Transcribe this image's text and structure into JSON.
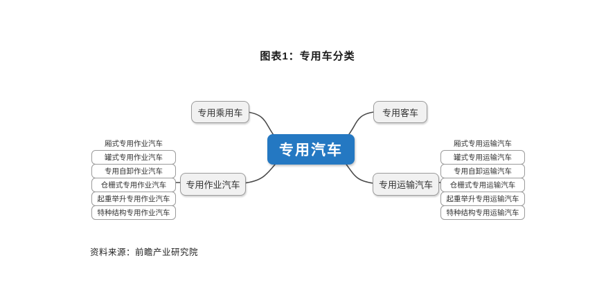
{
  "title": "图表1：专用车分类",
  "colors": {
    "center_node_bg": "#2478C2",
    "center_node_text": "#FFFFFF",
    "branch_node_bg": "#F1F1F1",
    "branch_node_border": "#9A9A9A",
    "connector_line": "#4A4A4A",
    "text": "#333333"
  },
  "diagram": {
    "center": {
      "label": "专用汽车"
    },
    "branches": {
      "passenger": {
        "label": "专用乘用车"
      },
      "bus": {
        "label": "专用客车"
      },
      "operation": {
        "label": "专用作业汽车"
      },
      "transport": {
        "label": "专用运输汽车"
      }
    },
    "operation_items": [
      "厢式专用作业汽车",
      "罐式专用作业汽车",
      "专用自卸作业汽车",
      "仓栅式专用作业汽车",
      "起重举升专用作业汽车",
      "特种结构专用作业汽车"
    ],
    "transport_items": [
      "厢式专用运输汽车",
      "罐式专用运输汽车",
      "专用自卸运输汽车",
      "仓栅式专用运输汽车",
      "起重举升专用运输汽车",
      "特种结构专用运输汽车"
    ]
  },
  "source": "资料来源：前瞻产业研究院"
}
